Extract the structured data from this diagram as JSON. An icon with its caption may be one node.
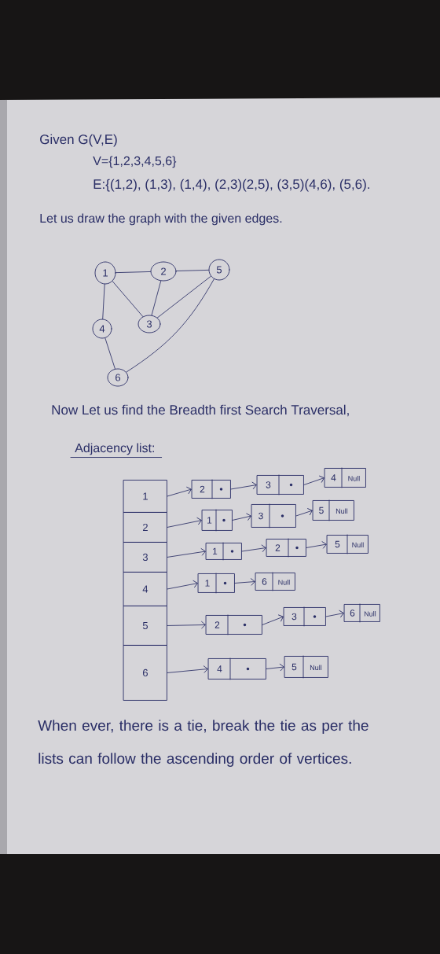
{
  "diagram": {
    "nodes": [
      {
        "text": [
          "1"
        ]
      },
      {
        "text": [
          "2"
        ]
      },
      {
        "text": [
          "5"
        ]
      },
      {
        "text": [
          "4"
        ]
      },
      {
        "text": [
          "3"
        ]
      },
      {
        "text": [
          "6"
        ]
      },
      {
        "text": [
          "1"
        ]
      },
      {
        "text": [
          "2"
        ]
      },
      {
        "text": [
          "3"
        ]
      },
      {
        "text": [
          "4",
          "Null"
        ]
      },
      {
        "text": [
          "2"
        ]
      },
      {
        "text": [
          "1"
        ]
      },
      {
        "text": [
          "3"
        ]
      },
      {
        "text": [
          "5",
          "Null"
        ]
      },
      {
        "text": [
          "3"
        ]
      },
      {
        "text": [
          "1"
        ]
      },
      {
        "text": [
          "2"
        ]
      },
      {
        "text": [
          "5",
          "Null"
        ]
      },
      {
        "text": [
          "4"
        ]
      },
      {
        "text": [
          "1"
        ]
      },
      {
        "text": [
          "6",
          "Null"
        ]
      },
      {
        "text": [
          "5"
        ]
      },
      {
        "text": [
          "2"
        ]
      },
      {
        "text": [
          "3"
        ]
      },
      {
        "text": [
          "6",
          "Null"
        ]
      },
      {
        "text": [
          "6"
        ]
      },
      {
        "text": [
          "4"
        ]
      },
      {
        "text": [
          "5",
          "Null"
        ]
      }
    ],
    "edges": [
      {
        "from": 0,
        "to": 1,
        "arrow": "none"
      },
      {
        "from": 0,
        "to": 4,
        "arrow": "none"
      },
      {
        "from": 0,
        "to": 3,
        "arrow": "none"
      },
      {
        "from": 1,
        "to": 4,
        "arrow": "none"
      },
      {
        "from": 1,
        "to": 2,
        "arrow": "none"
      },
      {
        "from": 4,
        "to": 2,
        "arrow": "none"
      },
      {
        "from": 3,
        "to": 5,
        "arrow": "none"
      },
      {
        "from": 2,
        "to": 5,
        "arrow": "none"
      },
      {
        "from": 6,
        "to": 7,
        "arrow": "to"
      },
      {
        "from": 7,
        "to": 8,
        "arrow": "to"
      },
      {
        "from": 8,
        "to": 9,
        "arrow": "to"
      },
      {
        "from": 10,
        "to": 11,
        "arrow": "to"
      },
      {
        "from": 11,
        "to": 12,
        "arrow": "to"
      },
      {
        "from": 12,
        "to": 13,
        "arrow": "to"
      },
      {
        "from": 14,
        "to": 15,
        "arrow": "to"
      },
      {
        "from": 15,
        "to": 16,
        "arrow": "to"
      },
      {
        "from": 16,
        "to": 17,
        "arrow": "to"
      },
      {
        "from": 18,
        "to": 19,
        "arrow": "to"
      },
      {
        "from": 19,
        "to": 20,
        "arrow": "to"
      },
      {
        "from": 21,
        "to": 22,
        "arrow": "to"
      },
      {
        "from": 22,
        "to": 23,
        "arrow": "to"
      },
      {
        "from": 23,
        "to": 24,
        "arrow": "to"
      },
      {
        "from": 25,
        "to": 26,
        "arrow": "to"
      },
      {
        "from": 26,
        "to": 27,
        "arrow": "to"
      }
    ],
    "labels": [
      "Given G(V,E)",
      "V={1,2,3,4,5,6}",
      "E:{(1,2), (1,3), (1,4), (2,3)(2,5), (3,5)(4,6), (5,6).",
      "Let us draw the graph with the given edges.",
      "Now Let us find the Breadth first Search Traversal,",
      "Adjacency list:",
      "When ever, there is a tie, break the tie as per the lists can follow the ascending order of vertices."
    ]
  }
}
